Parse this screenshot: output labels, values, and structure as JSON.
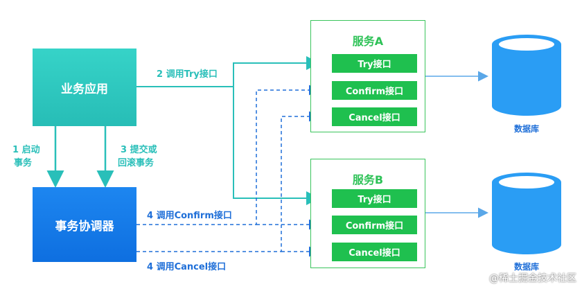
{
  "app_box": "业务应用",
  "coordinator_box": "事务协调器",
  "service_a": {
    "title": "服务A",
    "try": "Try接口",
    "confirm": "Confirm接口",
    "cancel": "Cancel接口"
  },
  "service_b": {
    "title": "服务B",
    "try": "Try接口",
    "confirm": "Confirm接口",
    "cancel": "Cancel接口"
  },
  "labels": {
    "call_try": "2 调用Try接口",
    "start_tx_1": "1 启动",
    "start_tx_2": "事务",
    "commit_rollback_1": "3 提交或",
    "commit_rollback_2": "回滚事务",
    "call_confirm": "4 调用Confirm接口",
    "call_cancel": "4 调用Cancel接口"
  },
  "database_a": "数据库",
  "database_b": "数据库",
  "watermark": "@稀土掘金技术社区",
  "colors": {
    "teal": "#29bfb9",
    "blue": "#1f6fd8",
    "green": "#1fc04f",
    "db_blue": "#2a9df4"
  }
}
